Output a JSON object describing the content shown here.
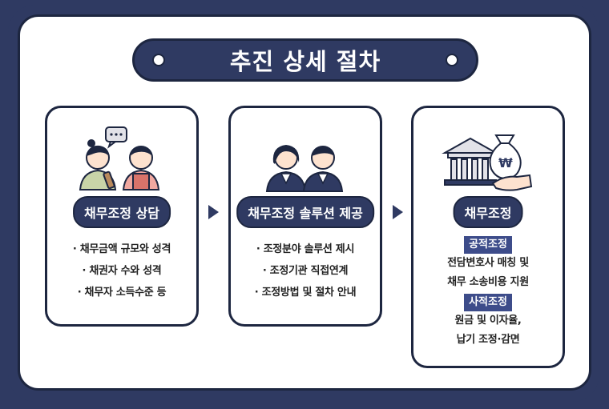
{
  "title": "추진 상세 절차",
  "steps": [
    {
      "label": "채무조정 상담",
      "items": [
        "· 채무금액 규모와 성격",
        "· 채권자 수와 성격",
        "· 채무자 소득수준 등"
      ]
    },
    {
      "label": "채무조정 솔루션 제공",
      "items": [
        "· 조정분야 솔루션 제시",
        "· 조정기관 직접연계",
        "· 조정방법 및 절차 안내"
      ]
    },
    {
      "label": "채무조정",
      "public_tag": "공적조정",
      "public_lines": [
        "전담변호사 매칭 및",
        "채무 소송비용 지원"
      ],
      "private_tag": "사적조정",
      "private_lines": [
        "원금 및 이자율,",
        "납기 조정·감면"
      ]
    }
  ],
  "colors": {
    "navy": "#2f3a62",
    "dark": "#1d2640",
    "tag": "#3d4c8a",
    "bubble": "#e2e2e8"
  },
  "icons": [
    "counselor-pair-icon",
    "speech-bubble-icon",
    "business-pair-icon",
    "bank-icon",
    "money-bag-icon",
    "hand-icon"
  ]
}
